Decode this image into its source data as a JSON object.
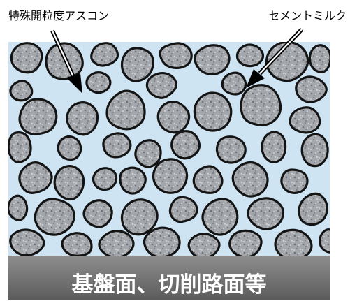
{
  "labels": {
    "aggregate": "特殊開粒度アスコン",
    "filler": "セメントミルク",
    "base": "基盤面、切削路面等"
  },
  "colors": {
    "filler": "#cfe4f3",
    "stone_base": "#9a9ea3",
    "stone_outline": "#141414",
    "base_layer_top": "#8e8e8e",
    "base_layer_bottom": "#5b5b5b",
    "base_text": "#ffffff"
  }
}
